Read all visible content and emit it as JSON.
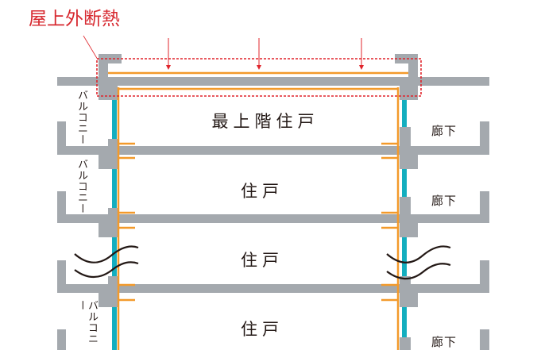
{
  "title": "屋上外断熱",
  "units": [
    {
      "label": "最上階住戸"
    },
    {
      "label": "住戸"
    },
    {
      "label": "住戸"
    },
    {
      "label": "住戸"
    }
  ],
  "corridor_labels": [
    "廊下",
    "廊下",
    "廊下"
  ],
  "balcony_labels": [
    "バルコニー",
    "バルコニー",
    "バルコニー"
  ],
  "colors": {
    "concrete": "#a4a9ae",
    "insulation": "#f39a2b",
    "window": "#13aebf",
    "highlight": "#e0242b",
    "text": "#231815"
  },
  "legend_semantics": {
    "gray": "concrete structure",
    "orange": "insulation",
    "cyan": "window sash",
    "red-dashed": "roof external insulation area"
  }
}
